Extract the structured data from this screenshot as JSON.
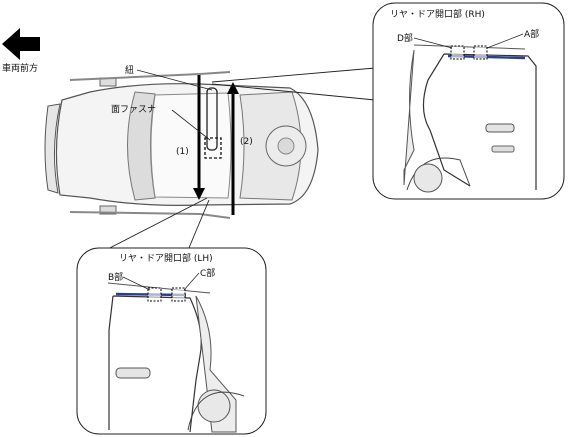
{
  "direction": {
    "label": "車両前方"
  },
  "callouts": {
    "cord": "紐",
    "fastener": "面ファスナ"
  },
  "steps": {
    "step1": "(1)",
    "step2": "(2)"
  },
  "panel_rh": {
    "title": "リヤ・ドア開口部 (RH)",
    "part_d": "D部",
    "part_a": "A部"
  },
  "panel_lh": {
    "title": "リヤ・ドア開口部 (LH)",
    "part_b": "B部",
    "part_c": "C部"
  },
  "colors": {
    "line": "#111111",
    "car_fill": "#f4f4f4",
    "car_stroke": "#555555",
    "seal": "#2a3f8f"
  }
}
